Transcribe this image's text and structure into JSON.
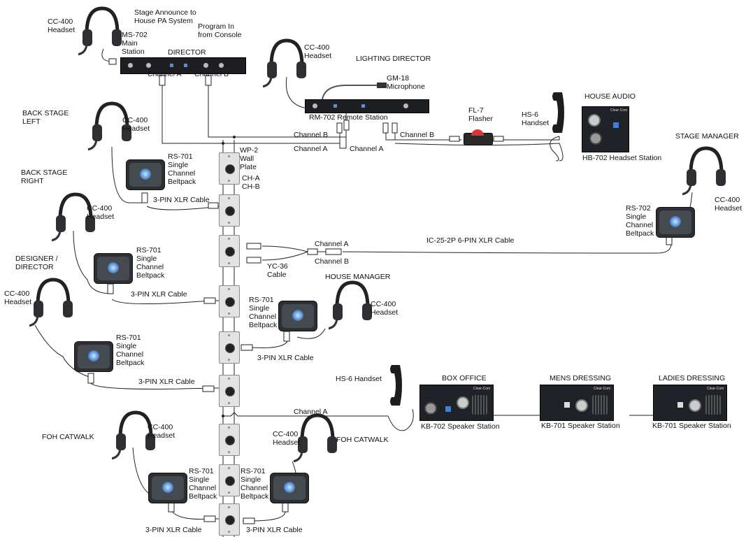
{
  "labels": {
    "cc400_top": "CC-400\nHeadset",
    "ms702": "MS-702\nMain\nStation",
    "stage_announce": "Stage Announce to\nHouse PA System",
    "program_in": "Program In\nfrom Console",
    "director": "DIRECTOR",
    "ch_a_top": "Channel A",
    "ch_b_top": "Channel B",
    "cc400_ld": "CC-400\nHeadset",
    "lighting_director": "LIGHTING DIRECTOR",
    "gm18": "GM-18\nMicrophone",
    "rm702": "RM-702 Remote Station",
    "house_audio": "HOUSE AUDIO",
    "fl7": "FL-7\nFlasher",
    "hs6_top": "HS-6\nHandset",
    "hb702": "HB-702 Headset Station",
    "back_stage_left": "BACK STAGE\nLEFT",
    "cc400_bsl": "CC-400\nHeadset",
    "ch_b_mid1": "Channel B",
    "ch_b_mid2": "Channel B",
    "ch_a_mid1": "Channel A",
    "ch_a_mid2": "Channel A",
    "wp2": "WP-2\nWall\nPlate",
    "chab": "CH-A\nCH-B",
    "rs701_1": "RS-701\nSingle\nChannel\nBeltpack",
    "back_stage_right": "BACK STAGE\nRIGHT",
    "xlr_1": "3-PIN XLR Cable",
    "cc400_bsr": "CC-400\nHeadset",
    "stage_manager": "STAGE MANAGER",
    "cc400_sm": "CC-400\nHeadset",
    "rs702": "RS-702\nSingle\nChannel\nBeltpack",
    "ch_a_yc": "Channel A",
    "ch_b_yc": "Channel B",
    "ic25": "IC-25-2P 6-PIN XLR Cable",
    "yc36": "YC-36\nCable",
    "designer_director": "DESIGNER /\nDIRECTOR",
    "rs701_2": "RS-701\nSingle\nChannel\nBeltpack",
    "xlr_2": "3-PIN XLR Cable",
    "cc400_dd": "CC-400\nHeadset",
    "house_manager": "HOUSE MANAGER",
    "rs701_hm": "RS-701\nSingle\nChannel\nBeltpack",
    "cc400_hm": "CC-400\nHeadset",
    "xlr_hm": "3-PIN XLR Cable",
    "rs701_3": "RS-701\nSingle\nChannel\nBeltpack",
    "xlr_3": "3-PIN XLR Cable",
    "hs6_box": "HS-6 Handset",
    "box_office": "BOX OFFICE",
    "mens_dressing": "MENS DRESSING",
    "ladies_dressing": "LADIES DRESSING",
    "ch_a_box": "Channel A",
    "kb702": "KB-702 Speaker Station",
    "kb701_1": "KB-701 Speaker Station",
    "kb701_2": "KB-701 Speaker Station",
    "foh_left": "FOH CATWALK",
    "cc400_fohl": "CC-400\nHeadset",
    "cc400_fohr": "CC-400\nHeadset",
    "foh_right": "FOH CATWALK",
    "rs701_fohl": "RS-701\nSingle\nChannel\nBeltpack",
    "rs701_fohr": "RS-701\nSingle\nChannel\nBeltpack",
    "xlr_fohl": "3-PIN XLR Cable",
    "xlr_fohr": "3-PIN XLR Cable"
  },
  "panel_logo": "Clear-Com"
}
